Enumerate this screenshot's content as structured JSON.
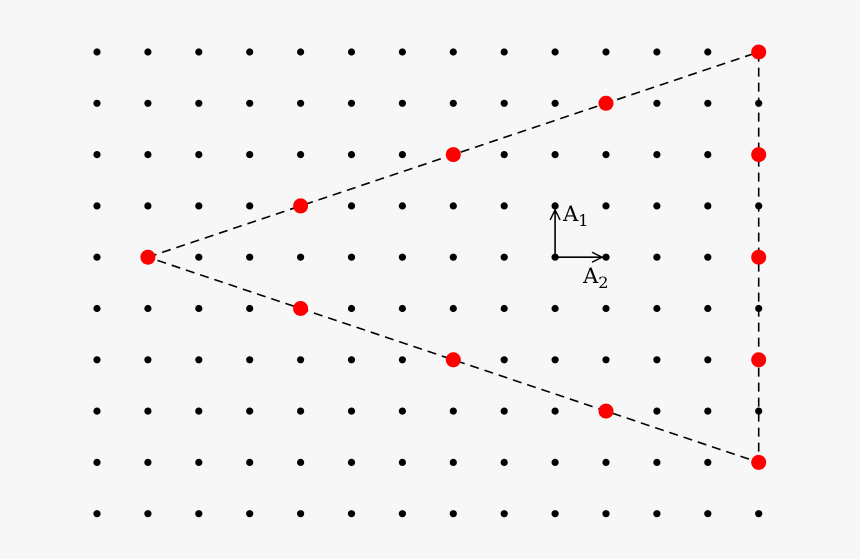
{
  "diagram": {
    "lattice": {
      "rows": 10,
      "cols": 14,
      "dot_color": "#000000"
    },
    "highlight_color": "#ff0000",
    "highlighted_points": [
      {
        "row": 4,
        "col": 1
      },
      {
        "row": 3,
        "col": 4
      },
      {
        "row": 2,
        "col": 7
      },
      {
        "row": 1,
        "col": 10
      },
      {
        "row": 0,
        "col": 13
      },
      {
        "row": 5,
        "col": 4
      },
      {
        "row": 6,
        "col": 7
      },
      {
        "row": 7,
        "col": 10
      },
      {
        "row": 8,
        "col": 13
      },
      {
        "row": 2,
        "col": 13
      },
      {
        "row": 4,
        "col": 13
      },
      {
        "row": 6,
        "col": 13
      }
    ],
    "triangle": {
      "vertices": [
        {
          "row": 4,
          "col": 1
        },
        {
          "row": 0,
          "col": 13
        },
        {
          "row": 8,
          "col": 13
        }
      ],
      "line_style": "dashed"
    },
    "vectors": {
      "origin": {
        "row": 4,
        "col": 9
      },
      "a1": {
        "label": "A",
        "subscript": "1",
        "direction": "up"
      },
      "a2": {
        "label": "A",
        "subscript": "2",
        "direction": "right"
      }
    }
  }
}
